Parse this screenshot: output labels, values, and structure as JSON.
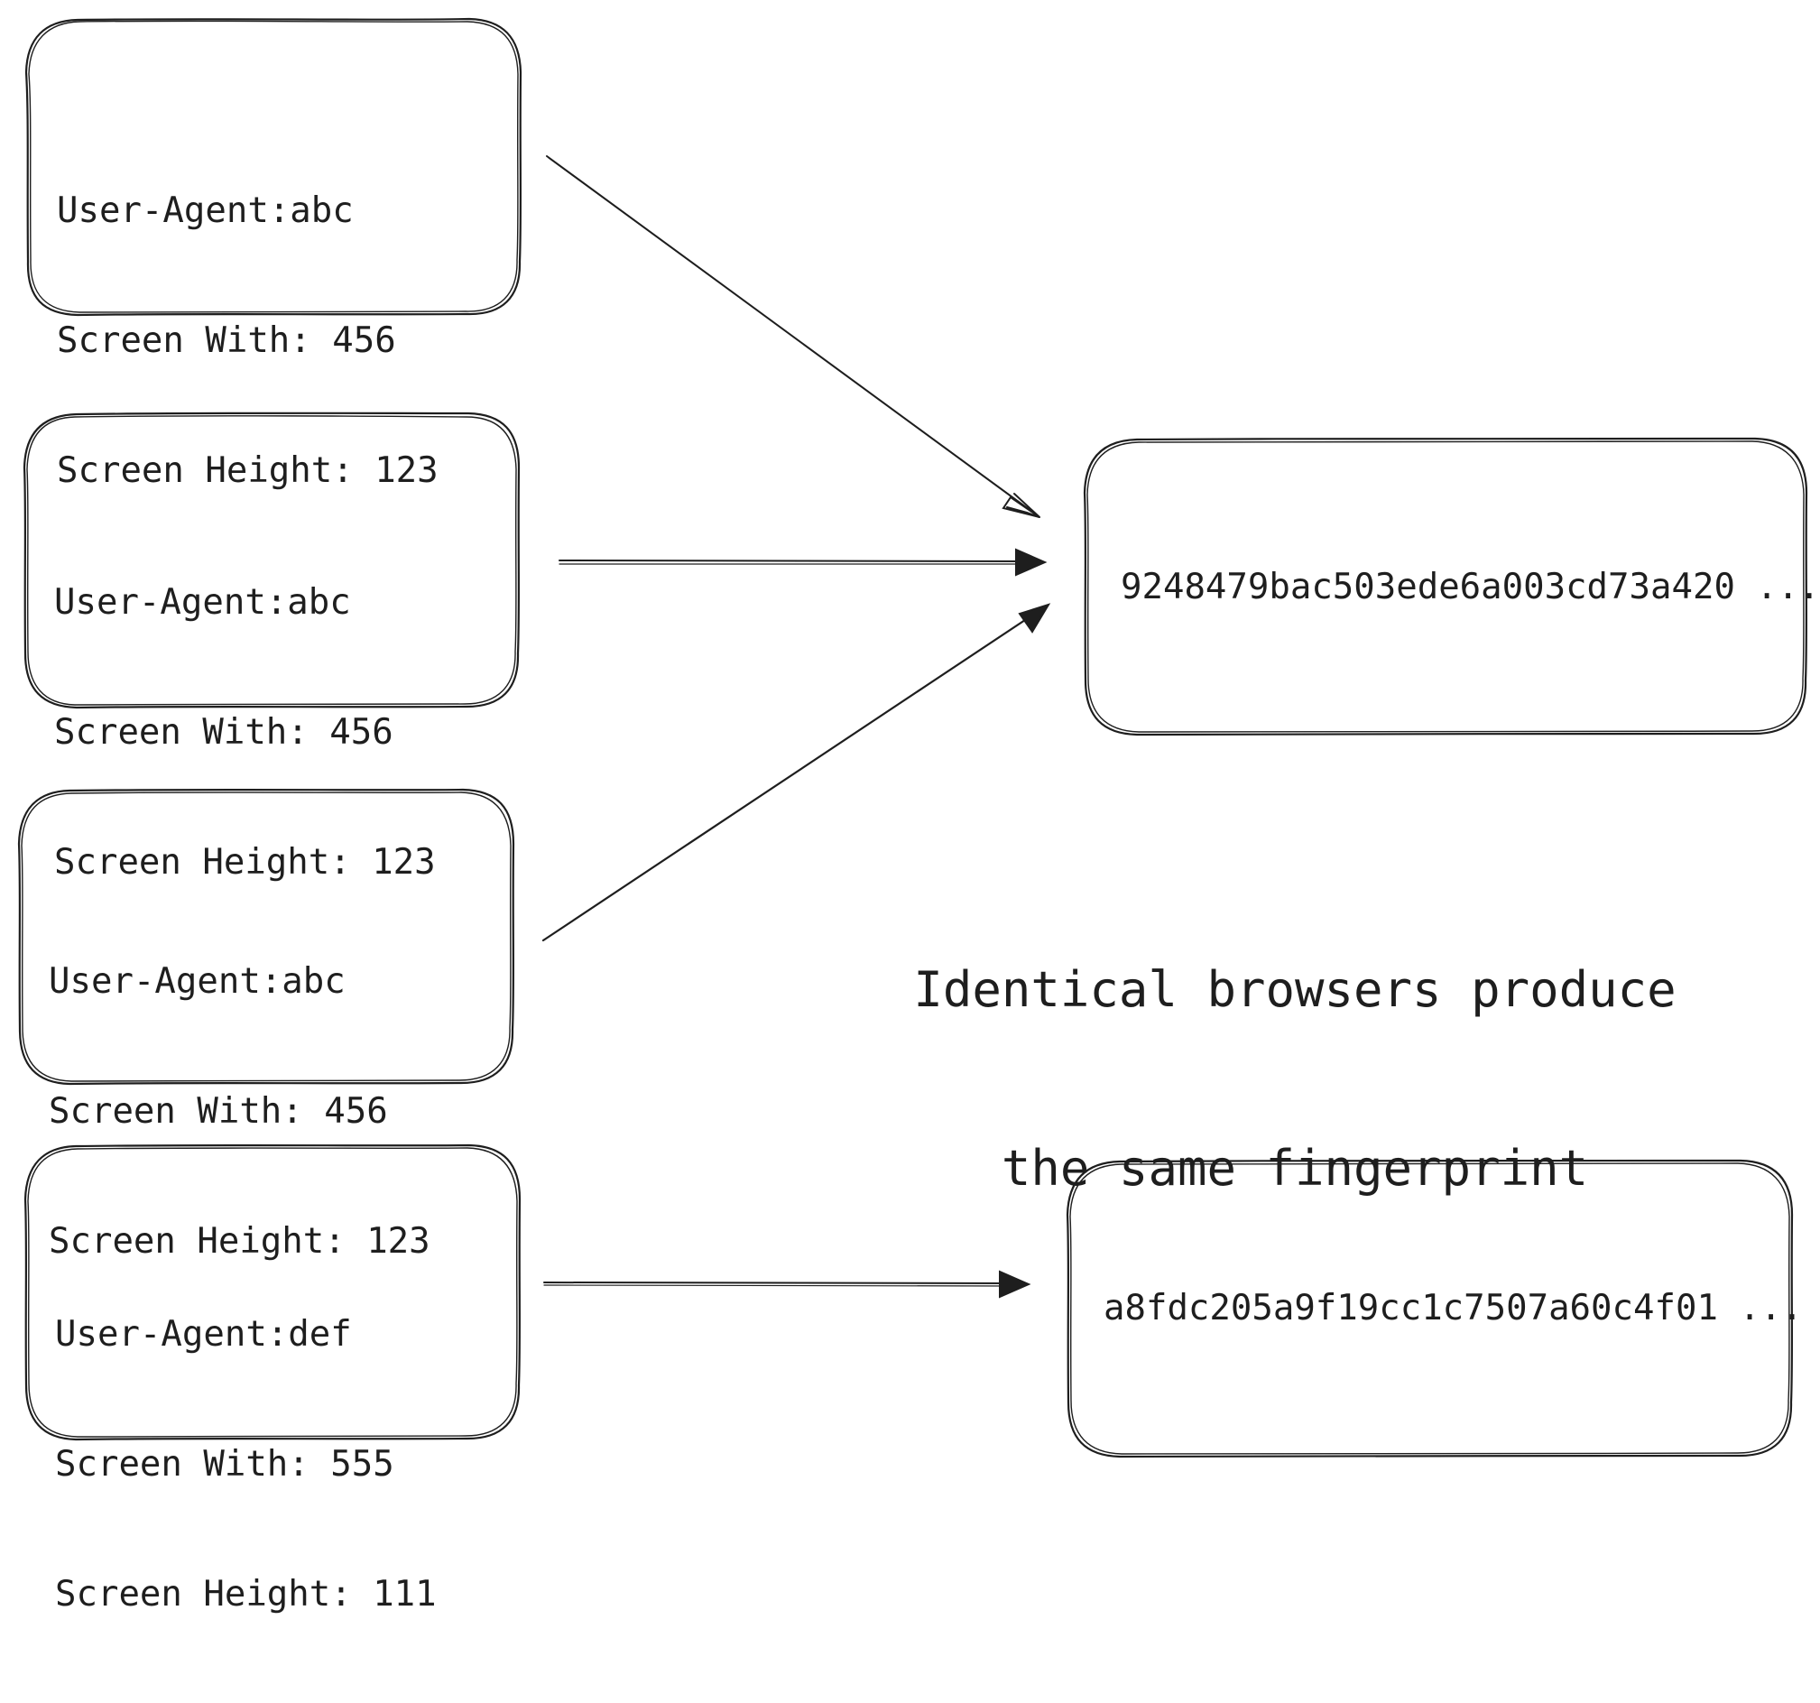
{
  "inputs": [
    {
      "user_agent": "User-Agent:abc",
      "screen_width": "Screen With: 456",
      "screen_height": "Screen Height: 123"
    },
    {
      "user_agent": "User-Agent:abc",
      "screen_width": "Screen With: 456",
      "screen_height": "Screen Height: 123"
    },
    {
      "user_agent": "User-Agent:abc",
      "screen_width": "Screen With: 456",
      "screen_height": "Screen Height: 123"
    },
    {
      "user_agent": "User-Agent:def",
      "screen_width": "Screen With: 555",
      "screen_height": "Screen Height: 111"
    }
  ],
  "outputs": [
    {
      "hash": "9248479bac503ede6a003cd73a420 ..."
    },
    {
      "hash": "a8fdc205a9f19cc1c7507a60c4f01 ..."
    }
  ],
  "caption": {
    "line1": "Identical browsers produce",
    "line2": "the same fingerprint"
  },
  "colors": {
    "stroke": "#1e1e1e",
    "background": "#ffffff"
  }
}
